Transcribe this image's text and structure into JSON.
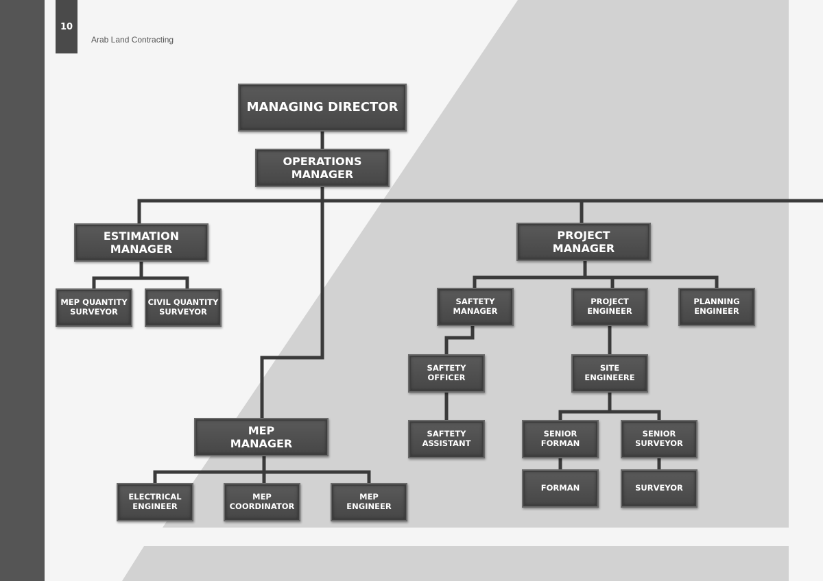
{
  "page": {
    "number": "10",
    "brand": "Arab Land Contracting"
  },
  "colors": {
    "box": "#4a4a4a",
    "line": "#3a3a3a",
    "panel": "#d2d2d2",
    "sidebar": "#555555"
  },
  "nodes": [
    {
      "id": "managing-director",
      "label": "MANAGING DIRECTOR"
    },
    {
      "id": "operations-manager",
      "label": "OPERATIONS\nMANAGER"
    },
    {
      "id": "estimation-manager",
      "label": "ESTIMATION\nMANAGER"
    },
    {
      "id": "project-manager",
      "label": "PROJECT\nMANAGER"
    },
    {
      "id": "mep-quantity-surveyor",
      "label": "MEP QUANTITY\nSURVEYOR"
    },
    {
      "id": "civil-quantity-surveyor",
      "label": "CIVIL QUANTITY\nSURVEYOR"
    },
    {
      "id": "saftety-manager",
      "label": "SAFTETY\nMANAGER"
    },
    {
      "id": "project-engineer",
      "label": "PROJECT\nENGINEER"
    },
    {
      "id": "planning-engineer",
      "label": "PLANNING\nENGINEER"
    },
    {
      "id": "saftety-officer",
      "label": "SAFTETY\nOFFICER"
    },
    {
      "id": "site-engineere",
      "label": "SITE\nENGINEERE"
    },
    {
      "id": "saftety-assistant",
      "label": "SAFTETY\nASSISTANT"
    },
    {
      "id": "senior-forman",
      "label": "SENIOR\nFORMAN"
    },
    {
      "id": "senior-surveyor",
      "label": "SENIOR\nSURVEYOR"
    },
    {
      "id": "forman",
      "label": "FORMAN"
    },
    {
      "id": "surveyor",
      "label": "SURVEYOR"
    },
    {
      "id": "mep-manager",
      "label": "MEP\nMANAGER"
    },
    {
      "id": "electrical-engineer",
      "label": "ELECTRICAL\nENGINEER"
    },
    {
      "id": "mep-coordinator",
      "label": "MEP\nCOORDINATOR"
    },
    {
      "id": "mep-engineer",
      "label": "MEP\nENGINEER"
    }
  ],
  "edges": [
    [
      "managing-director",
      "operations-manager"
    ],
    [
      "operations-manager",
      "estimation-manager"
    ],
    [
      "operations-manager",
      "project-manager"
    ],
    [
      "operations-manager",
      "mep-manager"
    ],
    [
      "estimation-manager",
      "mep-quantity-surveyor"
    ],
    [
      "estimation-manager",
      "civil-quantity-surveyor"
    ],
    [
      "project-manager",
      "saftety-manager"
    ],
    [
      "project-manager",
      "project-engineer"
    ],
    [
      "project-manager",
      "planning-engineer"
    ],
    [
      "saftety-manager",
      "saftety-officer"
    ],
    [
      "saftety-officer",
      "saftety-assistant"
    ],
    [
      "project-engineer",
      "site-engineere"
    ],
    [
      "site-engineere",
      "senior-forman"
    ],
    [
      "site-engineere",
      "senior-surveyor"
    ],
    [
      "senior-forman",
      "forman"
    ],
    [
      "senior-surveyor",
      "surveyor"
    ],
    [
      "mep-manager",
      "electrical-engineer"
    ],
    [
      "mep-manager",
      "mep-coordinator"
    ],
    [
      "mep-manager",
      "mep-engineer"
    ]
  ]
}
